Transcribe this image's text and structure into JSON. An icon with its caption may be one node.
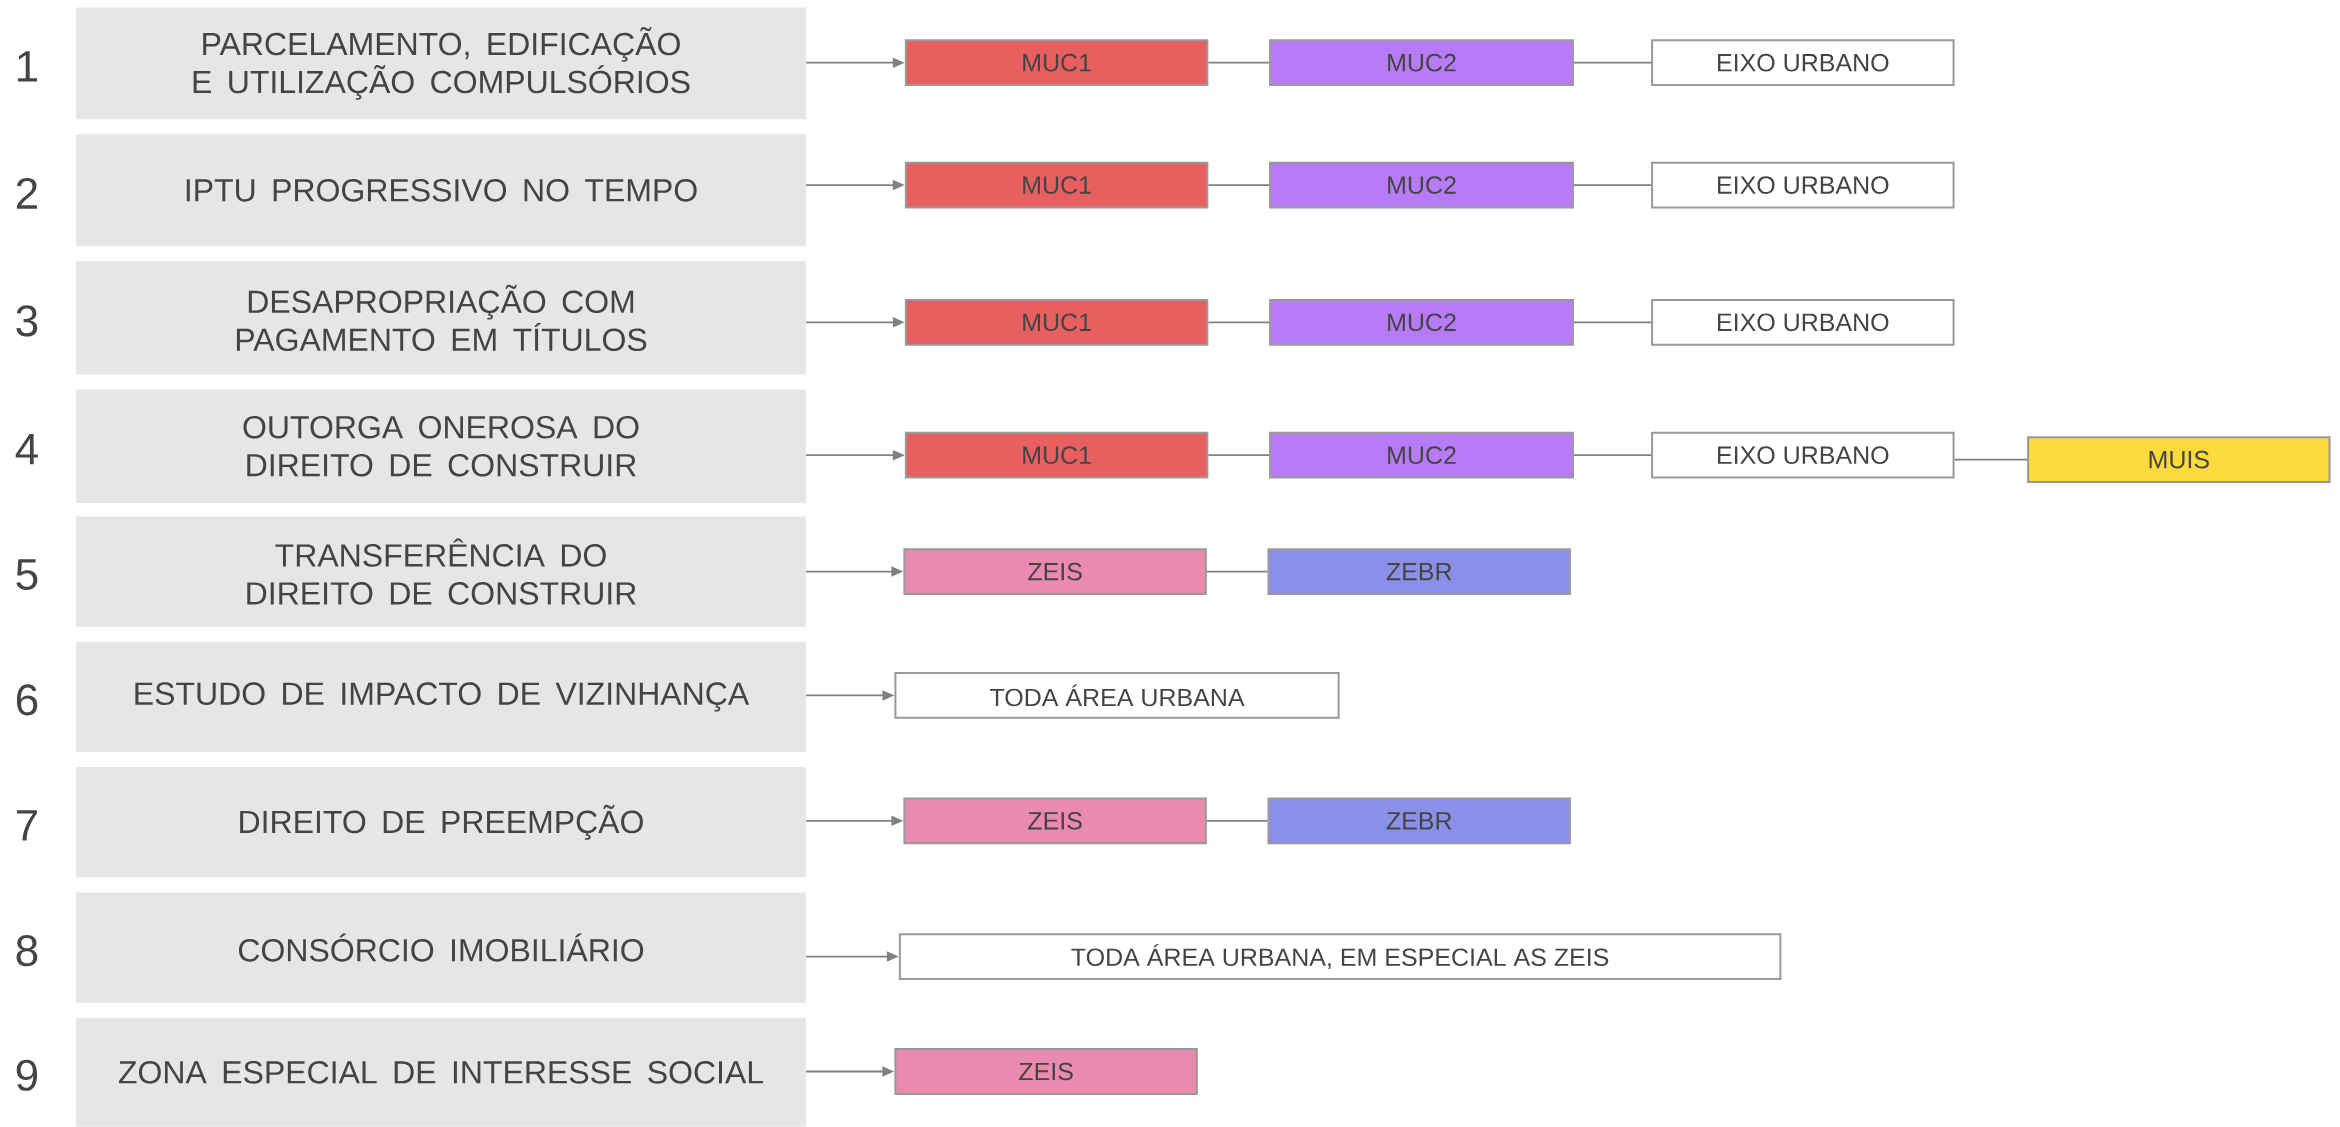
{
  "diagram": {
    "nodes": [
      {
        "text": [
          "PARCELAMENTO, EDIFICAÇÃO E UTILIZAÇÃO COMPULSÓRIOS"
        ]
      },
      {
        "text": [
          "MUC1"
        ]
      },
      {
        "text": [
          "MUC2"
        ]
      },
      {
        "text": [
          "EIXO URBANO"
        ]
      },
      {
        "text": [
          "IPTU PROGRESSIVO NO TEMPO"
        ]
      },
      {
        "text": [
          "MUC1"
        ]
      },
      {
        "text": [
          "MUC2"
        ]
      },
      {
        "text": [
          "EIXO URBANO"
        ]
      },
      {
        "text": [
          "DESAPROPRIAÇÃO COM PAGAMENTO EM TÍTULOS"
        ]
      },
      {
        "text": [
          "MUC1"
        ]
      },
      {
        "text": [
          "MUC2"
        ]
      },
      {
        "text": [
          "EIXO URBANO"
        ]
      },
      {
        "text": [
          "OUTORGA ONEROSA DO DIREITO DE CONSTRUIR"
        ]
      },
      {
        "text": [
          "MUC1"
        ]
      },
      {
        "text": [
          "MUC2"
        ]
      },
      {
        "text": [
          "EIXO URBANO"
        ]
      },
      {
        "text": [
          "MUIS"
        ]
      },
      {
        "text": [
          "TRANSFERÊNCIA DO DIREITO DE CONSTRUIR"
        ]
      },
      {
        "text": [
          "ZEIS"
        ]
      },
      {
        "text": [
          "ZEBR"
        ]
      },
      {
        "text": [
          "ESTUDO DE IMPACTO DE VIZINHANÇA"
        ]
      },
      {
        "text": [
          "TODA ÁREA URBANA"
        ]
      },
      {
        "text": [
          "DIREITO DE PREEMPÇÃO"
        ]
      },
      {
        "text": [
          "ZEIS"
        ]
      },
      {
        "text": [
          "ZEBR"
        ]
      },
      {
        "text": [
          "CONSÓRCIO IMOBILIÁRIO"
        ]
      },
      {
        "text": [
          "TODA ÁREA URBANA, EM ESPECIAL AS ZEIS"
        ]
      },
      {
        "text": [
          "ZONA ESPECIAL DE INTERESSE SOCIAL"
        ]
      },
      {
        "text": [
          "ZEIS"
        ]
      }
    ],
    "edges": [
      {
        "from": 0,
        "to": 1,
        "arrow": "to"
      },
      {
        "from": 1,
        "to": 2,
        "arrow": "none"
      },
      {
        "from": 2,
        "to": 3,
        "arrow": "none"
      },
      {
        "from": 4,
        "to": 5,
        "arrow": "to"
      },
      {
        "from": 5,
        "to": 6,
        "arrow": "none"
      },
      {
        "from": 6,
        "to": 7,
        "arrow": "none"
      },
      {
        "from": 8,
        "to": 9,
        "arrow": "to"
      },
      {
        "from": 9,
        "to": 10,
        "arrow": "none"
      },
      {
        "from": 10,
        "to": 11,
        "arrow": "none"
      },
      {
        "from": 12,
        "to": 13,
        "arrow": "to"
      },
      {
        "from": 13,
        "to": 14,
        "arrow": "none"
      },
      {
        "from": 14,
        "to": 15,
        "arrow": "none"
      },
      {
        "from": 15,
        "to": 16,
        "arrow": "none"
      },
      {
        "from": 17,
        "to": 18,
        "arrow": "to"
      },
      {
        "from": 18,
        "to": 19,
        "arrow": "none"
      },
      {
        "from": 20,
        "to": 21,
        "arrow": "to"
      },
      {
        "from": 22,
        "to": 23,
        "arrow": "to"
      },
      {
        "from": 23,
        "to": 24,
        "arrow": "none"
      },
      {
        "from": 25,
        "to": 26,
        "arrow": "to"
      },
      {
        "from": 27,
        "to": 28,
        "arrow": "to"
      }
    ],
    "labels": [
      "1",
      "2",
      "3",
      "4",
      "5",
      "6",
      "7",
      "8",
      "9"
    ]
  }
}
